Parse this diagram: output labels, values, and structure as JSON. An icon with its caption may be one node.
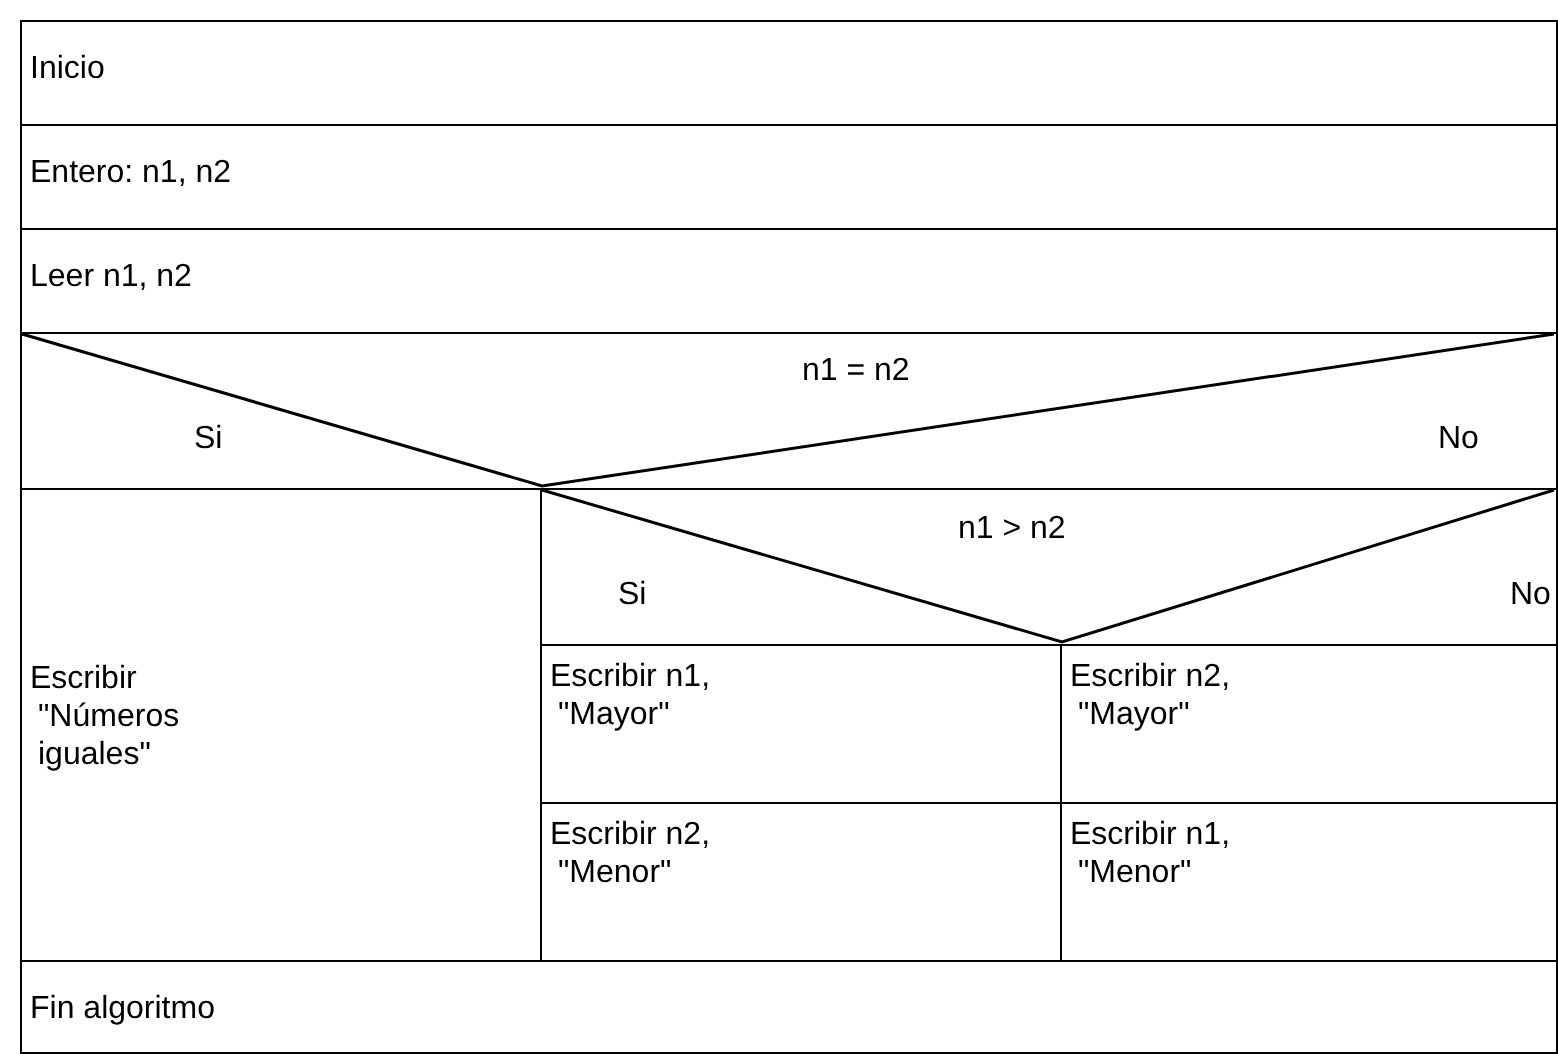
{
  "diagram": {
    "nodes": [
      {
        "text": [
          "Inicio"
        ]
      },
      {
        "text": [
          "Entero: n1, n2"
        ]
      },
      {
        "text": [
          "Leer n1, n2"
        ]
      },
      {
        "text": [
          "n1 = n2",
          "Si",
          "No"
        ]
      },
      {
        "text": [
          "Escribir \"Números iguales\""
        ]
      },
      {
        "text": [
          "n1 > n2",
          "Si",
          "No"
        ]
      },
      {
        "text": [
          "Escribir n1, \"Mayor\""
        ]
      },
      {
        "text": [
          "Escribir n2, \"Mayor\""
        ]
      },
      {
        "text": [
          "Escribir n2, \"Menor\""
        ]
      },
      {
        "text": [
          "Escribir n1, \"Menor\""
        ]
      },
      {
        "text": [
          "Fin algoritmo"
        ]
      }
    ]
  }
}
